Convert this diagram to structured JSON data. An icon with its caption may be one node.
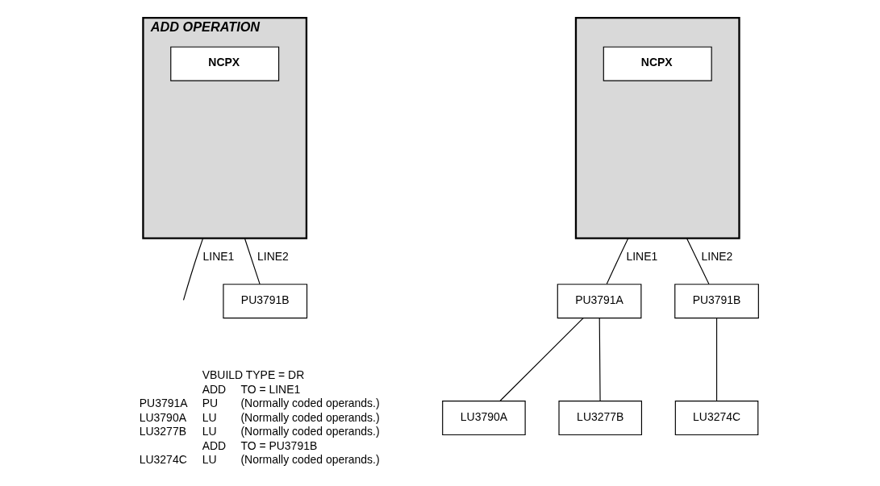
{
  "diagram": {
    "nodes": [
      {
        "text": [
          "ADD OPERATION"
        ]
      },
      {
        "text": [
          "NCPX"
        ],
        "in": 0
      },
      {
        "text": [
          "PU3791B"
        ]
      },
      {
        "text": [],
        "shape": "box"
      },
      {
        "text": [
          "NCPX"
        ],
        "in": 3
      },
      {
        "text": [
          "PU3791A"
        ]
      },
      {
        "text": [
          "PU3791B"
        ]
      },
      {
        "text": [
          "LU3790A"
        ]
      },
      {
        "text": [
          "LU3277B"
        ]
      },
      {
        "text": [
          "LU3274C"
        ]
      }
    ],
    "edges": [
      {
        "from": 0,
        "to": null,
        "arrow": "none",
        "label": "LINE1"
      },
      {
        "from": 0,
        "to": 2,
        "arrow": "none",
        "label": "LINE2"
      },
      {
        "from": 3,
        "to": 5,
        "arrow": "none",
        "label": "LINE1"
      },
      {
        "from": 3,
        "to": 6,
        "arrow": "none",
        "label": "LINE2"
      },
      {
        "from": 5,
        "to": 7,
        "arrow": "none"
      },
      {
        "from": 5,
        "to": 8,
        "arrow": "none"
      },
      {
        "from": 6,
        "to": 9,
        "arrow": "none"
      }
    ],
    "labels": [
      "VBUILD TYPE = DR",
      "ADD",
      "TO = LINE1",
      "PU3791A",
      "PU",
      "(Normally coded operands.)",
      "LU3790A",
      "LU",
      "(Normally coded operands.)",
      "LU3277B",
      "LU",
      "(Normally coded operands.)",
      "ADD",
      "TO = PU3791B",
      "LU3274C",
      "LU",
      "(Normally coded operands.)"
    ]
  }
}
